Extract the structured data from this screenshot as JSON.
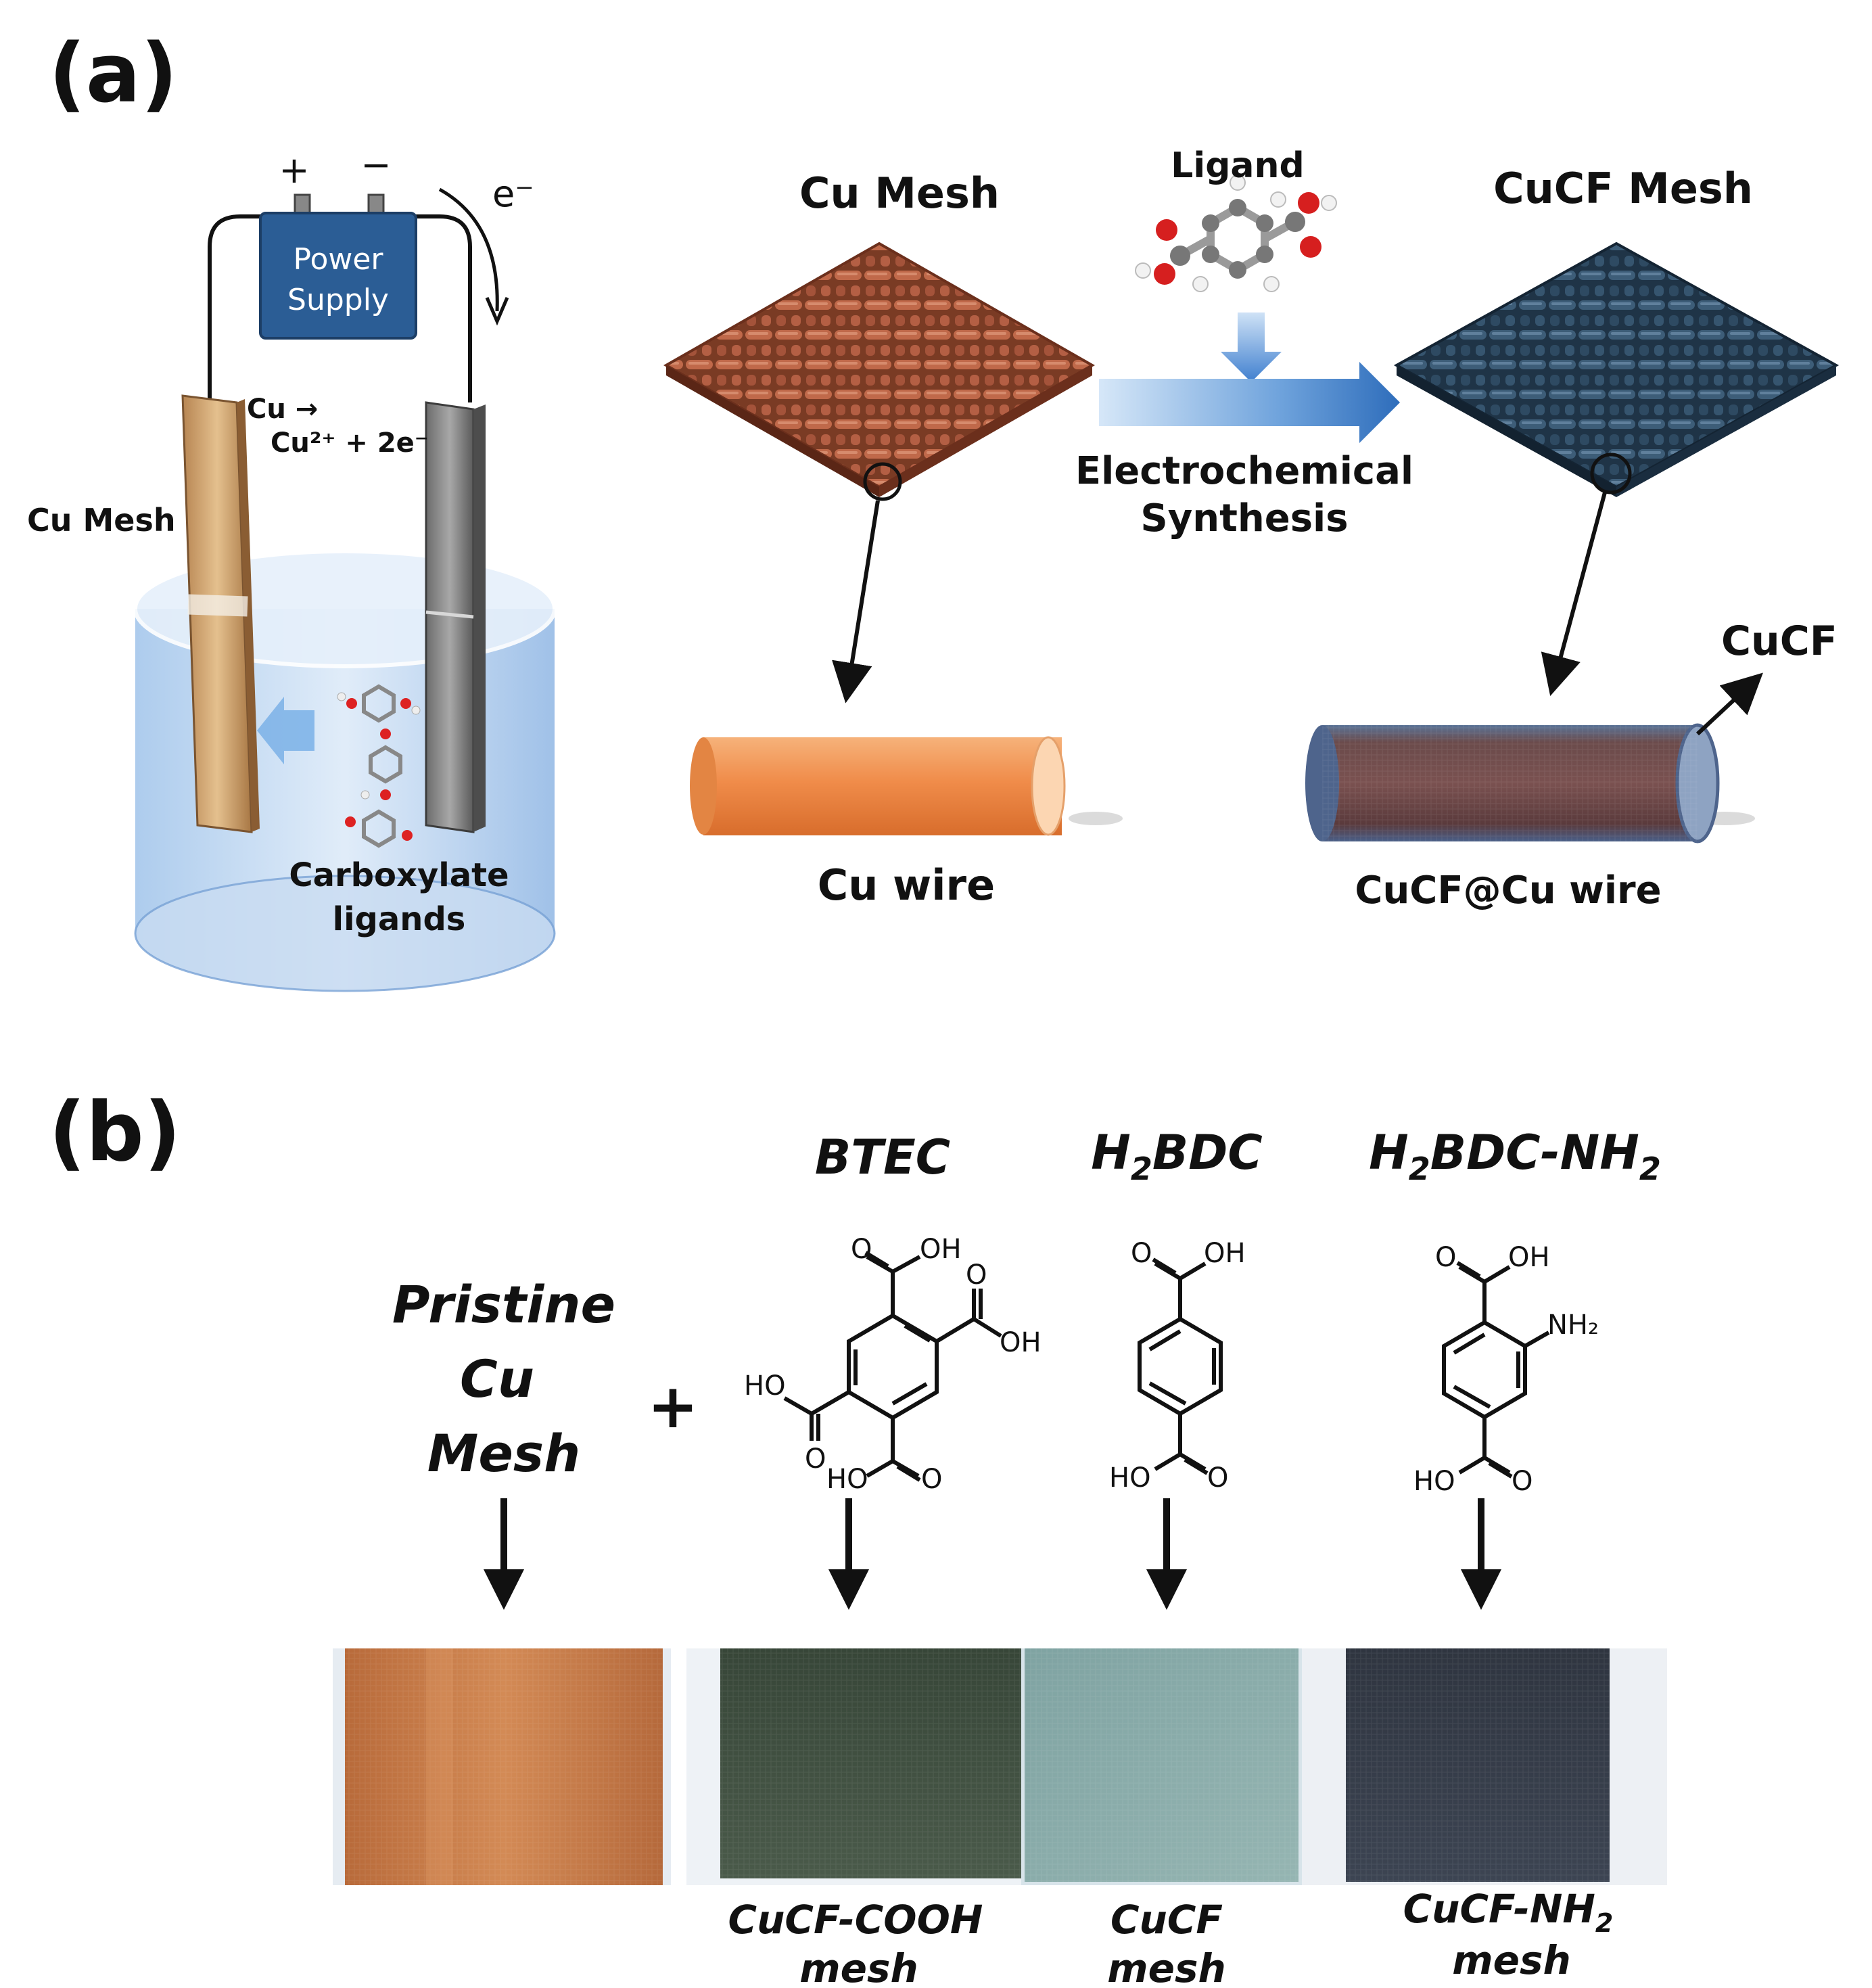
{
  "panel_a": {
    "label": "(a)",
    "battery": {
      "plus": "+",
      "minus": "−",
      "line1": "Power",
      "line2": "Supply"
    },
    "electron": "e⁻",
    "reaction_line1": "Cu →",
    "reaction_line2": "Cu²⁺ + 2e⁻",
    "cu_mesh_label": "Cu Mesh",
    "carboxylate_line1": "Carboxylate",
    "carboxylate_line2": "ligands",
    "cu_mesh_title": "Cu Mesh",
    "ligand_title": "Ligand",
    "cucf_mesh_title": "CuCF Mesh",
    "synthesis_line1": "Electrochemical",
    "synthesis_line2": "Synthesis",
    "cu_wire_label": "Cu wire",
    "cucf_label": "CuCF",
    "cucf_wire_label": "CuCF@Cu wire"
  },
  "panel_b": {
    "label": "(b)",
    "pristine_line1": "Pristine",
    "pristine_line2": "Cu",
    "pristine_line3": "Mesh",
    "plus": "+",
    "ligands": [
      {
        "name_main": "BTEC",
        "name_sub": "",
        "name_tail": ""
      },
      {
        "name_main": "H",
        "name_sub": "2",
        "name_tail": "BDC"
      },
      {
        "name_main": "H",
        "name_sub": "2",
        "name_tail": "BDC-NH",
        "name_sub2": "2"
      }
    ],
    "chem": {
      "o": "O",
      "oh": "OH",
      "ho": "HO",
      "nh2": "NH₂"
    },
    "products": [
      {
        "line1": "CuCF-COOH",
        "line2": "mesh"
      },
      {
        "line1": "CuCF",
        "line2": "mesh"
      },
      {
        "line1": "CuCF-NH",
        "sub": "2",
        "line2": "mesh"
      }
    ]
  }
}
